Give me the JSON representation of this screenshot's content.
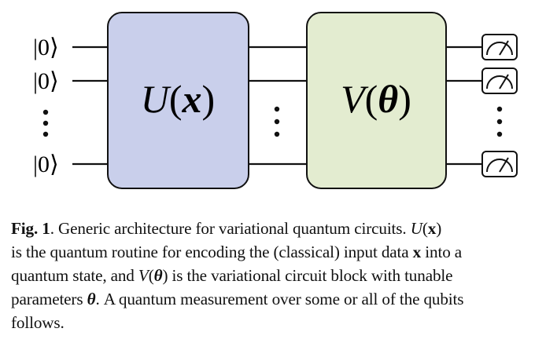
{
  "figure": {
    "ket_label": "|0⟩",
    "block_u": {
      "fn": "U",
      "open": "(",
      "arg": "x",
      "close": ")",
      "fill": "#c9cfeb"
    },
    "block_v": {
      "fn": "V",
      "open": "(",
      "arg": "θ",
      "close": ")",
      "fill": "#e3ecd0"
    },
    "dots": "⋮"
  },
  "caption": {
    "label": "Fig. 1",
    "l1_pre": ". Generic architecture for variational quantum circuits. ",
    "l1_U": "U",
    "l1_lp": "(",
    "l1_x": "x",
    "l1_rp": ")",
    "l2_pre": "is the quantum routine for encoding the (classical) input data ",
    "l2_x": "x",
    "l2_post": " into a",
    "l3_pre": "quantum state, and ",
    "l3_V": "V",
    "l3_lp": "(",
    "l3_theta": "θ",
    "l3_rp": ")",
    "l3_post": " is the variational circuit block with tunable",
    "l4_pre": "parameters ",
    "l4_theta": "θ",
    "l4_post": ". A quantum measurement over some or all of the qubits",
    "l5": "follows."
  }
}
